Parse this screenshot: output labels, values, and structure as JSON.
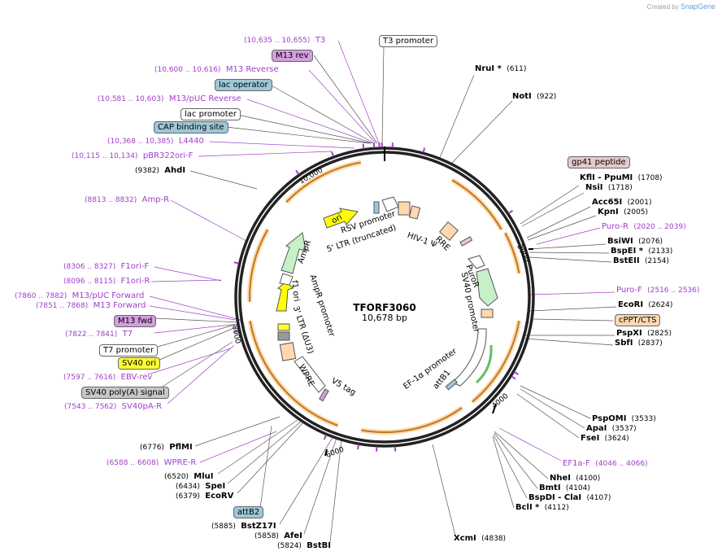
{
  "watermark": {
    "prefix": "Created by",
    "brand": "SnapGene"
  },
  "plasmid": {
    "name": "TFORF3060",
    "size": "10,678 bp"
  },
  "ticks": [
    "2000",
    "4000",
    "6000",
    "8000",
    "10,000"
  ],
  "sites": [
    {
      "name": "NruI *",
      "coord": "(611)"
    },
    {
      "name": "NotI",
      "coord": "(922)"
    },
    {
      "name": "KflI - PpuMI",
      "coord": "(1708)"
    },
    {
      "name": "NsiI",
      "coord": "(1718)"
    },
    {
      "name": "Acc65I",
      "coord": "(2001)"
    },
    {
      "name": "KpnI",
      "coord": "(2005)"
    },
    {
      "name": "BsiWI",
      "coord": "(2076)"
    },
    {
      "name": "BspEI *",
      "coord": "(2133)"
    },
    {
      "name": "BstEII",
      "coord": "(2154)"
    },
    {
      "name": "EcoRI",
      "coord": "(2624)"
    },
    {
      "name": "PspXI",
      "coord": "(2825)"
    },
    {
      "name": "SbfI",
      "coord": "(2837)"
    },
    {
      "name": "PspOMI",
      "coord": "(3533)"
    },
    {
      "name": "ApaI",
      "coord": "(3537)"
    },
    {
      "name": "FseI",
      "coord": "(3624)"
    },
    {
      "name": "NheI",
      "coord": "(4100)"
    },
    {
      "name": "BmtI",
      "coord": "(4104)"
    },
    {
      "name": "BspDI - ClaI",
      "coord": "(4107)"
    },
    {
      "name": "BclI *",
      "coord": "(4112)"
    },
    {
      "name": "XcmI",
      "coord": "(4838)"
    },
    {
      "name": "BstBI",
      "coord": "(5824)"
    },
    {
      "name": "AfeI",
      "coord": "(5858)"
    },
    {
      "name": "BstZ17I",
      "coord": "(5885)"
    },
    {
      "name": "EcoRV",
      "coord": "(6379)"
    },
    {
      "name": "SpeI",
      "coord": "(6434)"
    },
    {
      "name": "MluI",
      "coord": "(6520)"
    },
    {
      "name": "PflMI",
      "coord": "(6776)"
    },
    {
      "name": "AhdI",
      "coord": "(9382)"
    }
  ],
  "primers": [
    {
      "name": "T3",
      "coord": "(10,635 .. 10,655)"
    },
    {
      "name": "M13 Reverse",
      "coord": "(10,600 .. 10,616)"
    },
    {
      "name": "M13/pUC Reverse",
      "coord": "(10,581 .. 10,603)"
    },
    {
      "name": "L4440",
      "coord": "(10,368 .. 10,385)"
    },
    {
      "name": "pBR322ori-F",
      "coord": "(10,115 .. 10,134)"
    },
    {
      "name": "Amp-R",
      "coord": "(8813 .. 8832)"
    },
    {
      "name": "F1ori-F",
      "coord": "(8306 .. 8327)"
    },
    {
      "name": "F1ori-R",
      "coord": "(8096 .. 8115)"
    },
    {
      "name": "M13/pUC Forward",
      "coord": "(7860 .. 7882)"
    },
    {
      "name": "M13 Forward",
      "coord": "(7851 .. 7868)"
    },
    {
      "name": "T7",
      "coord": "(7822 .. 7841)"
    },
    {
      "name": "EBV-rev",
      "coord": "(7597 .. 7616)"
    },
    {
      "name": "SV40pA-R",
      "coord": "(7543 .. 7562)"
    },
    {
      "name": "WPRE-R",
      "coord": "(6588 .. 6608)"
    },
    {
      "name": "Puro-R",
      "coord": "(2020 .. 2039)"
    },
    {
      "name": "Puro-F",
      "coord": "(2516 .. 2536)"
    },
    {
      "name": "EF1a-F",
      "coord": "(4046 .. 4066)"
    }
  ],
  "boxes": {
    "t3_promoter": "T3 promoter",
    "m13_rev": "M13 rev",
    "lac_operator": "lac operator",
    "lac_promoter": "lac promoter",
    "cap_site": "CAP binding site",
    "gp41": "gp41 peptide",
    "cppt": "cPPT/CTS",
    "m13_fwd": "M13 fwd",
    "t7_promoter": "T7 promoter",
    "sv40_ori": "SV40 ori",
    "sv40_polya": "SV40 poly(A) signal",
    "attb2": "attB2"
  },
  "inner_labels": {
    "rsv": "RSV promoter",
    "ltr5": "5' LTR (truncated)",
    "hiv": "HIV-1 Ψ",
    "rre": "RRE",
    "puror": "PuroR",
    "sv40p": "SV40 promoter",
    "ef1a": "EF-1α promoter",
    "attb1": "attB1",
    "v5": "V5 tag",
    "wpre": "WPRE",
    "ltr3": "3' LTR (ΔU3)",
    "f1": "f1 ori",
    "ampr_p": "AmpR promoter",
    "ampr": "AmpR",
    "ori": "ori"
  },
  "colors": {
    "backbone": "#222222",
    "primer": "#a040c8",
    "orf": "#f0a030",
    "orf_light": "#ffd8a8",
    "promoter": "#c8f0c8",
    "ori": "#ffff00"
  }
}
